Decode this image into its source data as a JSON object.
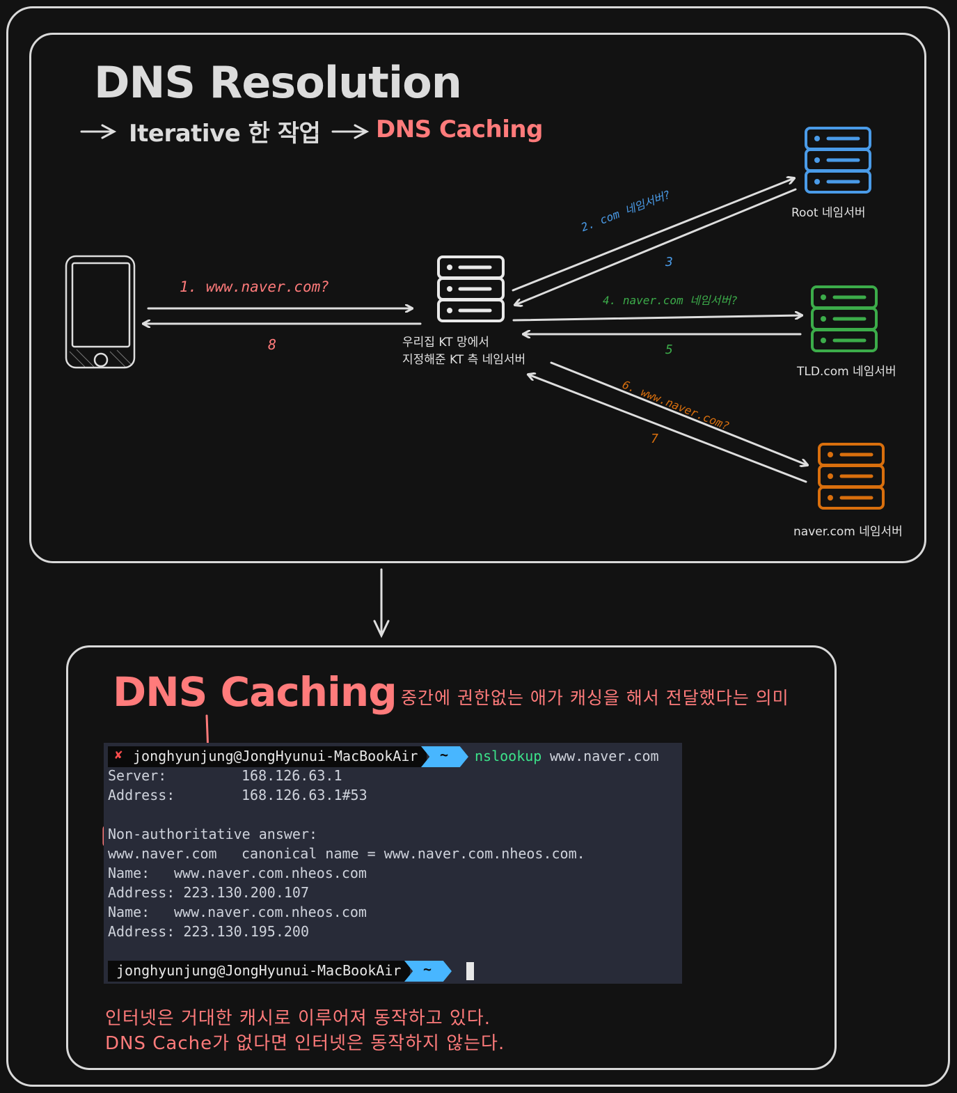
{
  "top": {
    "title": "DNS Resolution",
    "subtitle_part1": "Iterative 한 작업",
    "subtitle_part2": "DNS Caching"
  },
  "diagram": {
    "local_server_label_line1": "우리집 KT 망에서",
    "local_server_label_line2": "지정해준 KT 측 네임서버",
    "root_label": "Root 네임서버",
    "tld_label": "TLD.com 네임서버",
    "auth_label": "naver.com 네임서버",
    "step1": "1. www.naver.com?",
    "step8": "8",
    "step2": "2. com 네임서버?",
    "step3": "3",
    "step4": "4. naver.com 네임서버?",
    "step5": "5",
    "step6": "6. www.naver.com?",
    "step7": "7",
    "colors": {
      "root": "#4a9be8",
      "tld": "#3cac4a",
      "auth": "#d96f0d",
      "accent": "#ff7b7b"
    }
  },
  "bottom": {
    "title": "DNS Caching",
    "description": "중간에 권한없는 애가 캐싱을 해서 전달했다는 의미",
    "note_line1": "인터넷은 거대한 캐시로 이루어져 동작하고 있다.",
    "note_line2": "DNS Cache가 없다면 인터넷은 동작하지 않는다."
  },
  "terminal": {
    "prompt_error_mark": "✘",
    "prompt_user": "jonghyunjung@JongHyunui-MacBookAir",
    "prompt_dir": "~",
    "command": "nslookup",
    "command_arg": "www.naver.com",
    "lines": [
      "Server:\t\t168.126.63.1",
      "Address:\t168.126.63.1#53",
      "",
      "Non-authoritative answer:",
      "www.naver.com\tcanonical name = www.naver.com.nheos.com.",
      "Name:\twww.naver.com.nheos.com",
      "Address: 223.130.200.107",
      "Name:\twww.naver.com.nheos.com",
      "Address: 223.130.195.200"
    ],
    "server_label": "Server:",
    "server_value": "168.126.63.1",
    "address_label": "Address:",
    "address_value": "168.126.63.1#53",
    "non_auth": "Non-authoritative answer:",
    "cname_host": "www.naver.com",
    "cname_text": "canonical name = www.naver.com.nheos.com.",
    "name1_label": "Name:",
    "name1_value": "www.naver.com.nheos.com",
    "addr1": "Address: 223.130.200.107",
    "name2_label": "Name:",
    "name2_value": "www.naver.com.nheos.com",
    "addr2": "Address: 223.130.195.200",
    "prompt2_user": "jonghyunjung@JongHyunui-MacBookAir",
    "prompt2_dir": "~"
  }
}
